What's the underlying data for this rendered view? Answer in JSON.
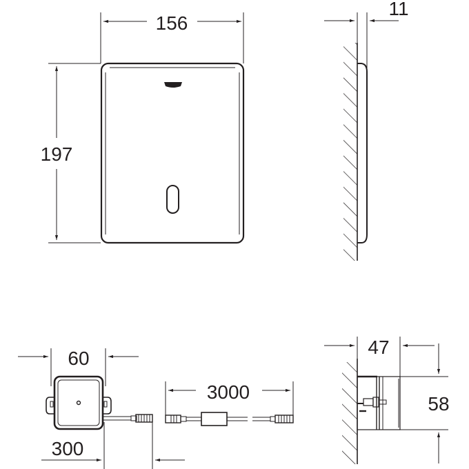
{
  "diagram": {
    "type": "technical-dimension-drawing",
    "units": "mm",
    "colors": {
      "line": "#231f20",
      "background": "#ffffff"
    },
    "views": {
      "front_plate": {
        "width_label": "156",
        "height_label": "197"
      },
      "side_plate": {
        "depth_label": "11"
      },
      "power_box_front": {
        "width_label": "60",
        "cable_label": "300"
      },
      "extension_cable": {
        "length_label": "3000"
      },
      "power_box_side": {
        "depth_label": "47",
        "height_label": "58"
      }
    }
  }
}
